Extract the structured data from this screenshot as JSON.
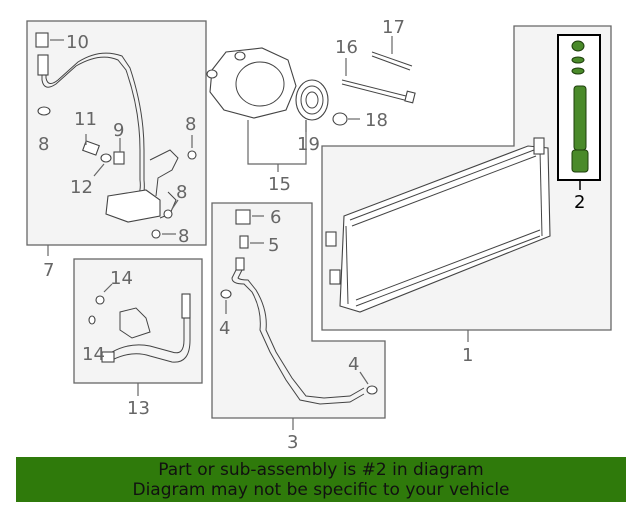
{
  "callouts": {
    "c1": "1",
    "c2": "2",
    "c3": "3",
    "c4a": "4",
    "c4b": "4",
    "c5": "5",
    "c6": "6",
    "c7": "7",
    "c8a": "8",
    "c8b": "8",
    "c8c": "8",
    "c8d": "8",
    "c9": "9",
    "c10": "10",
    "c11": "11",
    "c12": "12",
    "c13": "13",
    "c14a": "14",
    "c14b": "14",
    "c15": "15",
    "c16": "16",
    "c17": "17",
    "c18": "18",
    "c19": "19"
  },
  "highlighted_part": "2",
  "colors": {
    "highlight": "#4a8a2a",
    "banner": "#2f7a0b",
    "label": "#666666"
  },
  "banner": {
    "line1": "Part or sub-assembly is #2 in diagram",
    "line2": "Diagram may not be specific to your vehicle"
  }
}
